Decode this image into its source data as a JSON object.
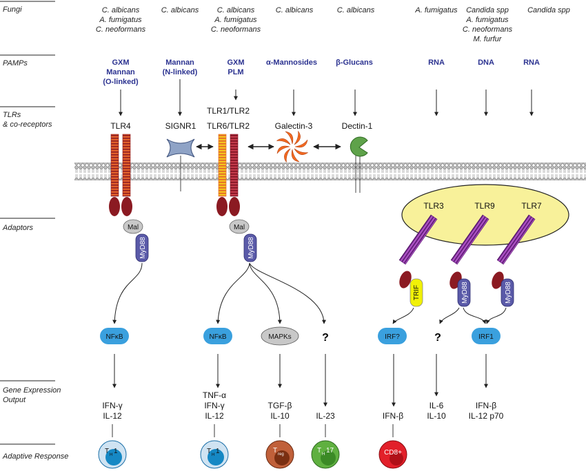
{
  "categories": {
    "fungi": "Fungi",
    "pamps": "PAMPs",
    "tlrs_line1": "TLRs",
    "tlrs_line2": "& co-receptors",
    "adaptors": "Adaptors",
    "gene_line1": "Gene Expression",
    "gene_line2": "Output",
    "adaptive": "Adaptive Response"
  },
  "fungi": {
    "col1": [
      "C. albicans",
      "A. fumigatus",
      "C. neoformans"
    ],
    "col2": [
      "C. albicans"
    ],
    "col3": [
      "C. albicans",
      "A. fumigatus",
      "C. neoformans"
    ],
    "col4": [
      "C. albicans"
    ],
    "col5": [
      "C. albicans"
    ],
    "col6": [
      "A. fumigatus"
    ],
    "col7": [
      "Candida spp",
      "A. fumigatus",
      "C. neoformans",
      "M. furfur"
    ],
    "col8": [
      "Candida spp"
    ]
  },
  "pamps": {
    "col1": [
      "GXM",
      "Mannan",
      "(O-linked)"
    ],
    "col2": [
      "Mannan",
      "(N-linked)"
    ],
    "col3": [
      "GXM",
      "PLM"
    ],
    "col4": [
      "α-Mannosides"
    ],
    "col5": [
      "β-Glucans"
    ],
    "col6": [
      "RNA"
    ],
    "col7": [
      "DNA"
    ],
    "col8": [
      "RNA"
    ]
  },
  "receptors": {
    "tlr4": "TLR4",
    "signr1": "SIGNR1",
    "tlr12": "TLR1/TLR2",
    "tlr62": "TLR6/TLR2",
    "galectin": "Galectin-3",
    "dectin": "Dectin-1",
    "tlr3": "TLR3",
    "tlr9": "TLR9",
    "tlr7": "TLR7"
  },
  "adaptors": {
    "mal": "Mal",
    "myd88": "MyD88",
    "trif": "TRIF"
  },
  "transcription": {
    "nfkb": "NFκB",
    "mapks": "MAPKs",
    "question": "?",
    "irf_q": "IRF?",
    "irf1": "IRF1"
  },
  "outputs": {
    "col1": [
      "IFN-γ",
      "IL-12"
    ],
    "col2": [
      "TNF-α",
      "IFN-γ",
      "IL-12"
    ],
    "col3": [
      "TGF-β",
      "IL-10"
    ],
    "col4": [
      "IL-23"
    ],
    "col5": [
      "IFN-β"
    ],
    "col6": [
      "IL-6",
      "IL-10"
    ],
    "col7": [
      "IFN-β",
      "IL-12 p70"
    ]
  },
  "cells": {
    "th1": {
      "main": "T",
      "sub": "H",
      "suffix": "1"
    },
    "treg": {
      "main": "T",
      "sub": "reg",
      "suffix": ""
    },
    "th17": {
      "main": "T",
      "sub": "H",
      "suffix": "17"
    },
    "cd8": {
      "main": "CD8+",
      "sub": "",
      "suffix": ""
    }
  },
  "colors": {
    "pamp_text": "#2b3290",
    "tlr_dark_red": "#8b1a22",
    "tlr_orange": "#e2602a",
    "tlr_yellow": "#f4c21e",
    "endosome": "#f8f19a",
    "endo_tlr": "#7a2a8c",
    "myd88": "#5a5aa8",
    "mal": "#c8c8c8",
    "nfkb": "#3aa0de",
    "trif": "#f1f107",
    "galectin": "#f26a22",
    "dectin": "#5fa24a",
    "signr1": "#8fa3c6",
    "th1": "#1688c4",
    "treg": "#a04a2a",
    "th17": "#4a9b32",
    "cd8": "#e2202a"
  }
}
